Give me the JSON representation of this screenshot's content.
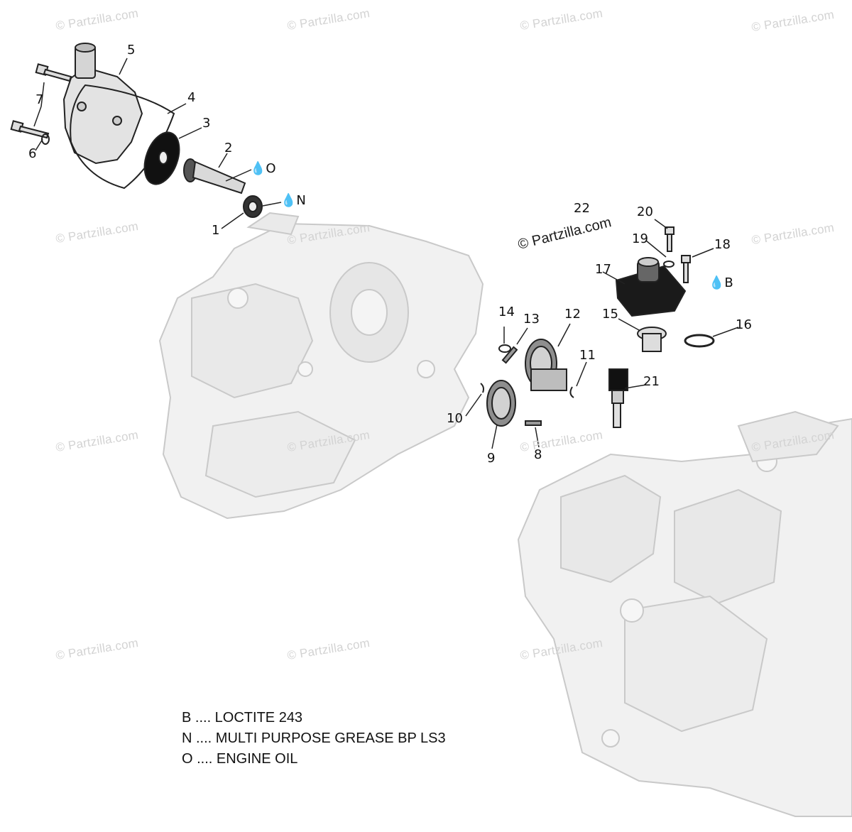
{
  "watermark": "© Partzilla.com",
  "watermark_main": "© Partzilla.com",
  "callouts": {
    "c1": "1",
    "c2": "2",
    "c3": "3",
    "c4": "4",
    "c5": "5",
    "c6": "6",
    "c7": "7",
    "c8": "8",
    "c9": "9",
    "c10": "10",
    "c11": "11",
    "c12": "12",
    "c13": "13",
    "c14": "14",
    "c15": "15",
    "c16": "16",
    "c17": "17",
    "c18": "18",
    "c19": "19",
    "c20": "20",
    "c21": "21",
    "c22": "22"
  },
  "lubricant_marks": {
    "oil": "O",
    "grease": "N",
    "loctite": "B"
  },
  "legend": [
    "B .... LOCTITE 243",
    "N .... MULTI PURPOSE GREASE BP LS3",
    "O .... ENGINE OIL"
  ]
}
